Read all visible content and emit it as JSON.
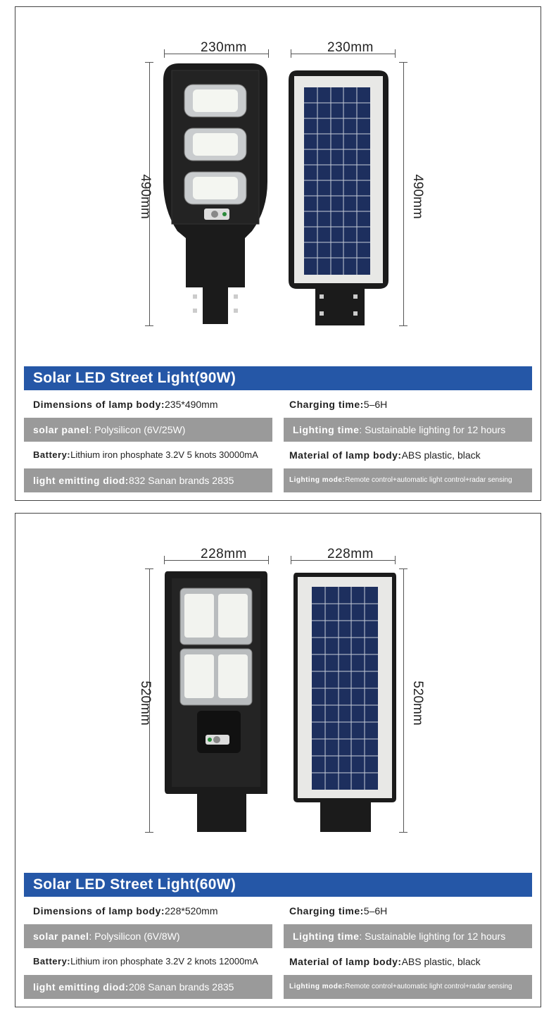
{
  "products": [
    {
      "width_front": "230mm",
      "width_back": "230mm",
      "height_left": "490mm",
      "height_right": "490mm",
      "title": "Solar LED Street Light(90W)",
      "specs": {
        "dimensions_key": "Dimensions of lamp body:",
        "dimensions_val": "235*490mm",
        "charging_key": "Charging time:",
        "charging_val": "5–6H",
        "panel_key": "solar panel",
        "panel_val": ": Polysilicon (6V/25W)",
        "lighting_time_key": "Lighting time",
        "lighting_time_val": ": Sustainable lighting for 12 hours",
        "battery_key": "Battery:",
        "battery_val": "Lithium iron phosphate 3.2V 5 knots 30000mA",
        "material_key": "Material of lamp body:",
        "material_val": "ABS plastic, black",
        "led_key": "light emitting diod:",
        "led_val": "832 Sanan brands 2835",
        "mode_key": "Lighting mode:",
        "mode_val": "Remote control+automatic light control+radar sensing"
      }
    },
    {
      "width_front": "228mm",
      "width_back": "228mm",
      "height_left": "520mm",
      "height_right": "520mm",
      "title": "Solar LED Street Light(60W)",
      "specs": {
        "dimensions_key": "Dimensions of lamp body:",
        "dimensions_val": "228*520mm",
        "charging_key": "Charging time:",
        "charging_val": "5–6H",
        "panel_key": "solar panel",
        "panel_val": ": Polysilicon (6V/8W)",
        "lighting_time_key": "Lighting time",
        "lighting_time_val": ": Sustainable lighting for 12 hours",
        "battery_key": "Battery:",
        "battery_val": "Lithium iron phosphate 3.2V 2 knots 12000mA",
        "material_key": "Material of lamp body:",
        "material_val": "ABS plastic, black",
        "led_key": "light emitting diod:",
        "led_val": "208 Sanan brands 2835",
        "mode_key": "Lighting mode:",
        "mode_val": "Remote control+automatic light control+radar sensing"
      }
    }
  ],
  "colors": {
    "title_bar": "#2557a7",
    "spec_gray": "#9a9a9a",
    "lamp_body": "#1b1b1b",
    "solar_cell": "#1d2f5e"
  }
}
